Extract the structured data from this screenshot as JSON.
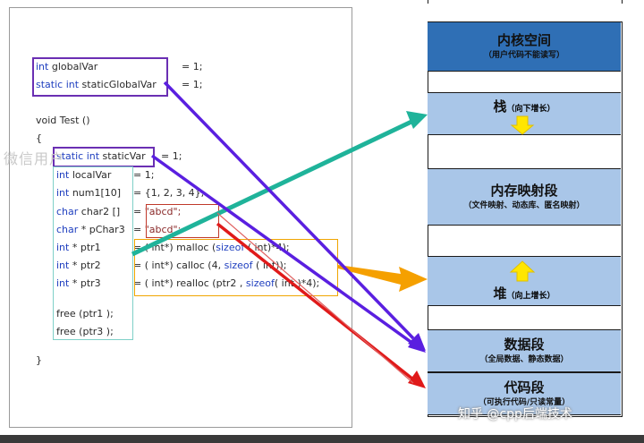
{
  "code": {
    "line_global": [
      "int",
      " globalVar",
      "= 1;"
    ],
    "line_static_global": [
      "static int",
      " staticGlobalVar",
      "= 1;"
    ],
    "line_void": "void Test ()",
    "line_open": "{",
    "line_static_var": [
      "static int",
      " staticVar",
      "= 1;"
    ],
    "line_local": [
      "int",
      " localVar",
      "= 1;"
    ],
    "line_num1": [
      "int",
      " num1[10]",
      "= {1, 2, 3, 4};"
    ],
    "line_char2": [
      "char",
      " char2 []",
      "= ",
      "\"abcd\";"
    ],
    "line_pchar3": [
      "char",
      " * pChar3",
      "= ",
      "\"abcd\";"
    ],
    "line_ptr1": [
      "int",
      " * ptr1",
      "= ( int*) malloc (",
      "sizeof",
      " ( int)*4);"
    ],
    "line_ptr2": [
      "int",
      " * ptr2",
      "= ( int*) calloc (4, ",
      "sizeof",
      " ( int));"
    ],
    "line_ptr3": [
      "int",
      " * ptr3",
      "= ( int*) realloc (ptr2 , ",
      "sizeof",
      "( int )*4);"
    ],
    "line_free1": "free (ptr1 );",
    "line_free3": "free (ptr3 );",
    "line_close": "}"
  },
  "memory": {
    "kernel": {
      "title": "内核空间",
      "sub": "（用户代码不能读写）"
    },
    "stack": {
      "title": "栈",
      "sub": "（向下增长）"
    },
    "mmap": {
      "title": "内存映射段",
      "sub": "（文件映射、动态库、匿名映射）"
    },
    "heap": {
      "title": "堆",
      "sub": "（向上增长）"
    },
    "data": {
      "title": "数据段",
      "sub": "（全局数据、静态数据）"
    },
    "code": {
      "title": "代码段",
      "sub": "（可执行代码/只读常量）"
    }
  },
  "watermarks": {
    "left": "微信用户",
    "right": "知乎 @cpp后端技术"
  },
  "colors": {
    "keyword": "#1f3fbf",
    "box_purple": "#6a2fb3",
    "box_teal": "#7fd0c8",
    "box_red": "#c0392b",
    "box_orange": "#f0a500",
    "seg_dark_blue": "#2f6fb5",
    "seg_light_blue": "#a9c6e8",
    "arrow_teal": "#1fb39a",
    "arrow_purple": "#5a1fe0",
    "arrow_red": "#e01a1a",
    "arrow_orange": "#f5a000",
    "arrow_yellow": "#ffe600"
  }
}
